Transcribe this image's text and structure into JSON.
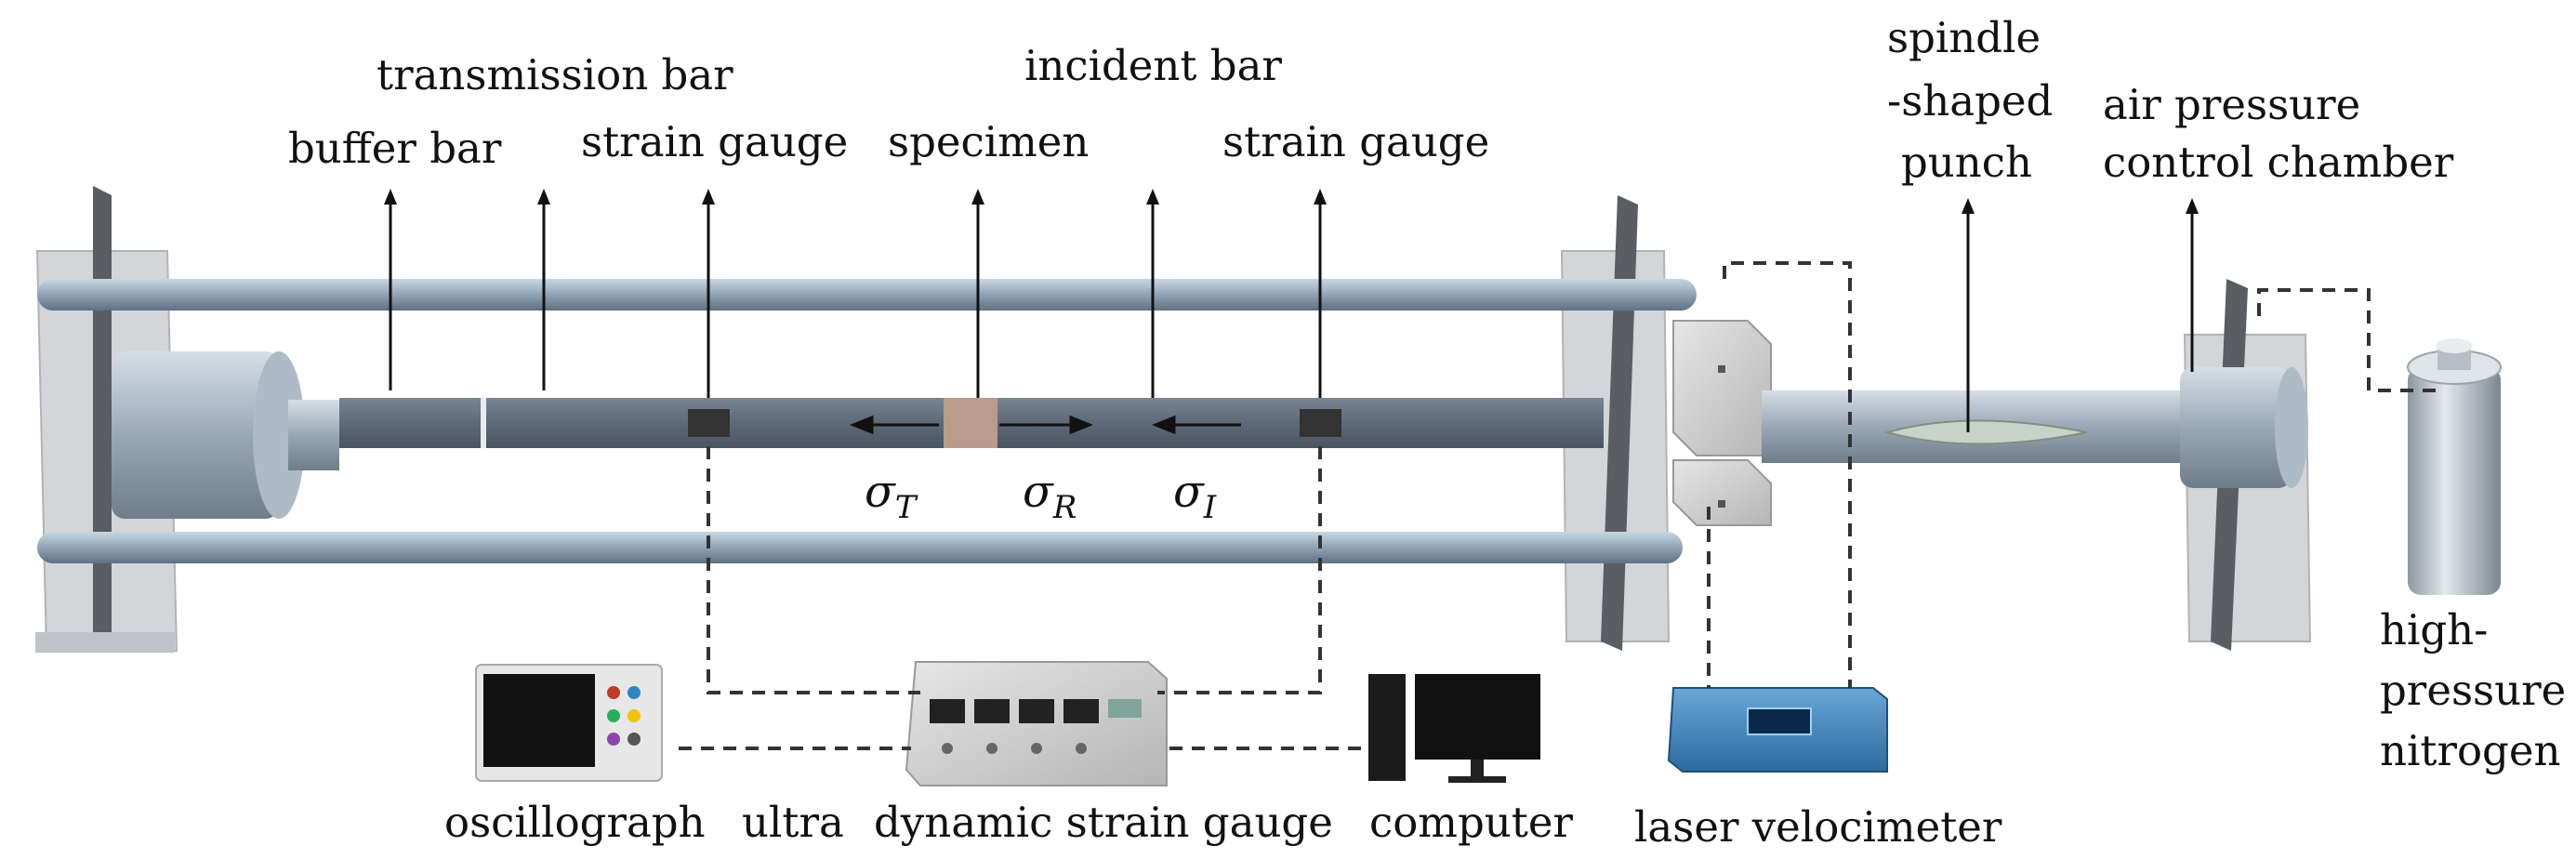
{
  "labels": {
    "transmission_bar": "transmission bar",
    "incident_bar": "incident bar",
    "buffer_bar": "buffer bar",
    "strain_gauge_left": "strain gauge",
    "specimen": "specimen",
    "strain_gauge_right": "strain gauge",
    "spindle_line1": "spindle",
    "spindle_line2": "-shaped",
    "spindle_line3": "punch",
    "air_line1": "air pressure",
    "air_line2": "control chamber",
    "oscillograph": "oscillograph",
    "ultra": "ultra",
    "dynamic_strain_gauge": "dynamic strain gauge",
    "computer": "computer",
    "laser_velocimeter": "laser velocimeter",
    "nitrogen_line1": "high-",
    "nitrogen_line2": "pressure",
    "nitrogen_line3": "nitrogen"
  },
  "stress_symbols": {
    "sigma": "σ",
    "t_sub": "T",
    "r_sub": "R",
    "i_sub": "I"
  },
  "colors": {
    "bar": "#5f6a78",
    "rod": "#8fa3b5",
    "frame": "#cfd2d6",
    "specimen": "#b89c8c",
    "gauge": "#333333"
  }
}
